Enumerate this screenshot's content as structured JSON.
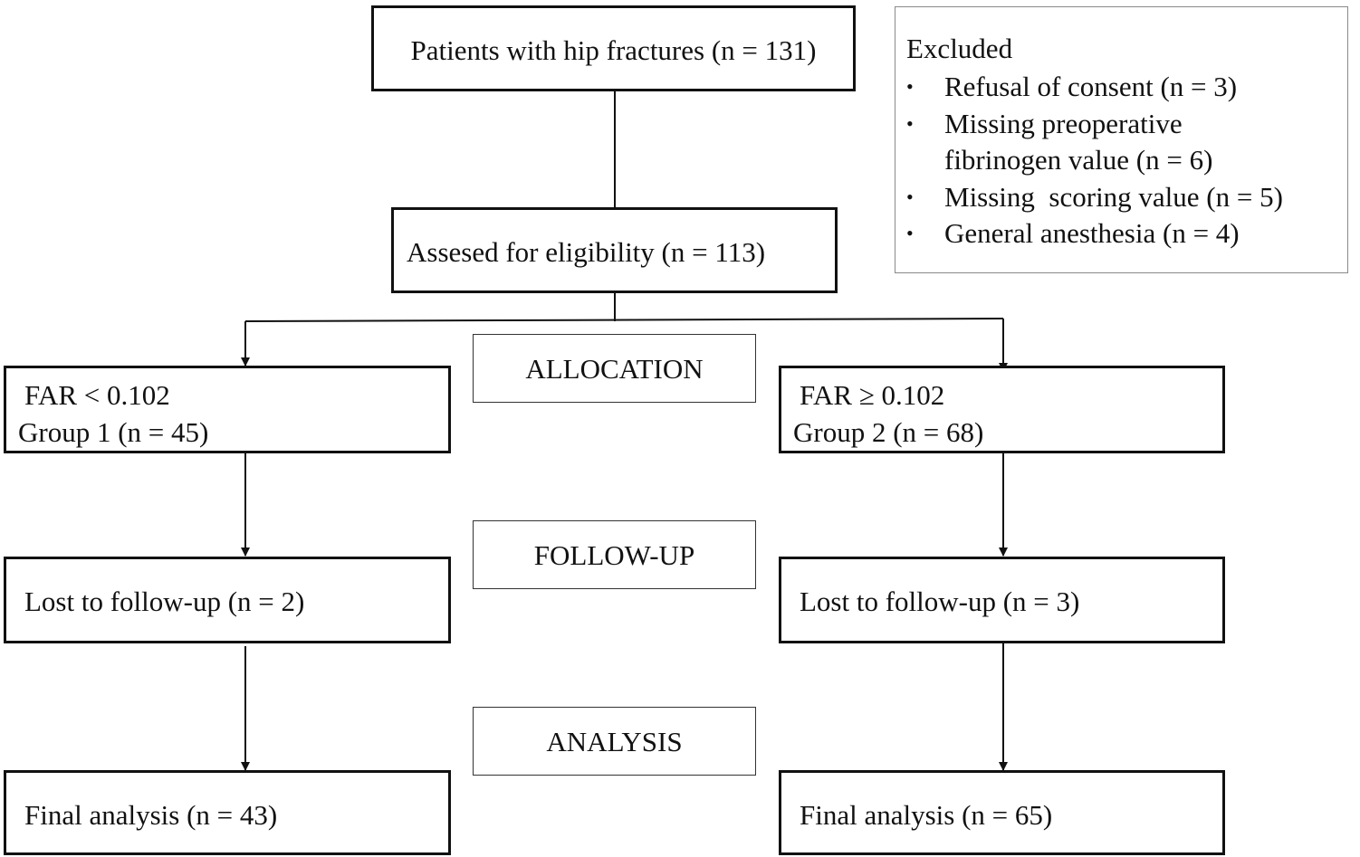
{
  "patients": {
    "label": "Patients with hip fractures (n = 131)"
  },
  "excluded": {
    "title": "Excluded",
    "items": [
      "Refusal of consent (n = 3)",
      "Missing preoperative fibrinogen value (n = 6)",
      "Missing  scoring value (n = 5)",
      "General anesthesia (n = 4)"
    ]
  },
  "assessed": {
    "label": "Assesed for eligibility (n = 113)"
  },
  "phases": {
    "allocation": "ALLOCATION",
    "followup": "FOLLOW-UP",
    "analysis": "ANALYSIS"
  },
  "group1": {
    "criterion": "FAR < 0.102",
    "name": "Group 1 (n = 45)",
    "lost": "Lost to follow-up (n = 2)",
    "final": "Final analysis (n = 43)"
  },
  "group2": {
    "criterion": "FAR ≥ 0.102",
    "name": "Group 2 (n = 68)",
    "lost": "Lost to follow-up (n = 3)",
    "final": "Final analysis (n = 65)"
  },
  "colors": {
    "line": "#111111",
    "excluded_border": "#8a8a8a"
  }
}
